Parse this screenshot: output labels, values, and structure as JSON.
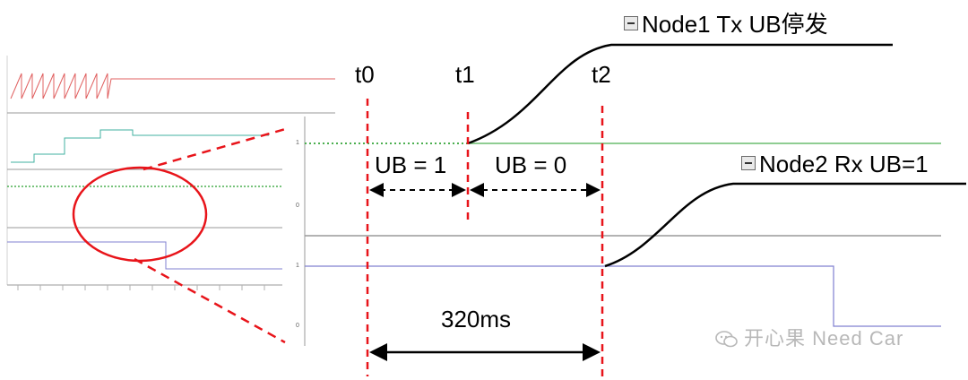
{
  "time_markers": {
    "t0": "t0",
    "t1": "t1",
    "t2": "t2"
  },
  "signals": {
    "tx_title": "Node1 Tx UB停发",
    "rx_title": "Node2 Rx UB=1"
  },
  "intervals": {
    "ub_one": "UB = 1",
    "ub_zero": "UB = 0",
    "duration": "320ms"
  },
  "axis_ticks": {
    "tx_high": "1",
    "tx_low": "0",
    "rx_high": "1",
    "rx_low": "0"
  },
  "watermark": "开心果 Need Car",
  "colors": {
    "marker_red": "#e8141a",
    "tx_trace": "#4caf50",
    "rx_trace": "#8080d0",
    "grid": "#9a9a9a",
    "curve": "#000000"
  }
}
